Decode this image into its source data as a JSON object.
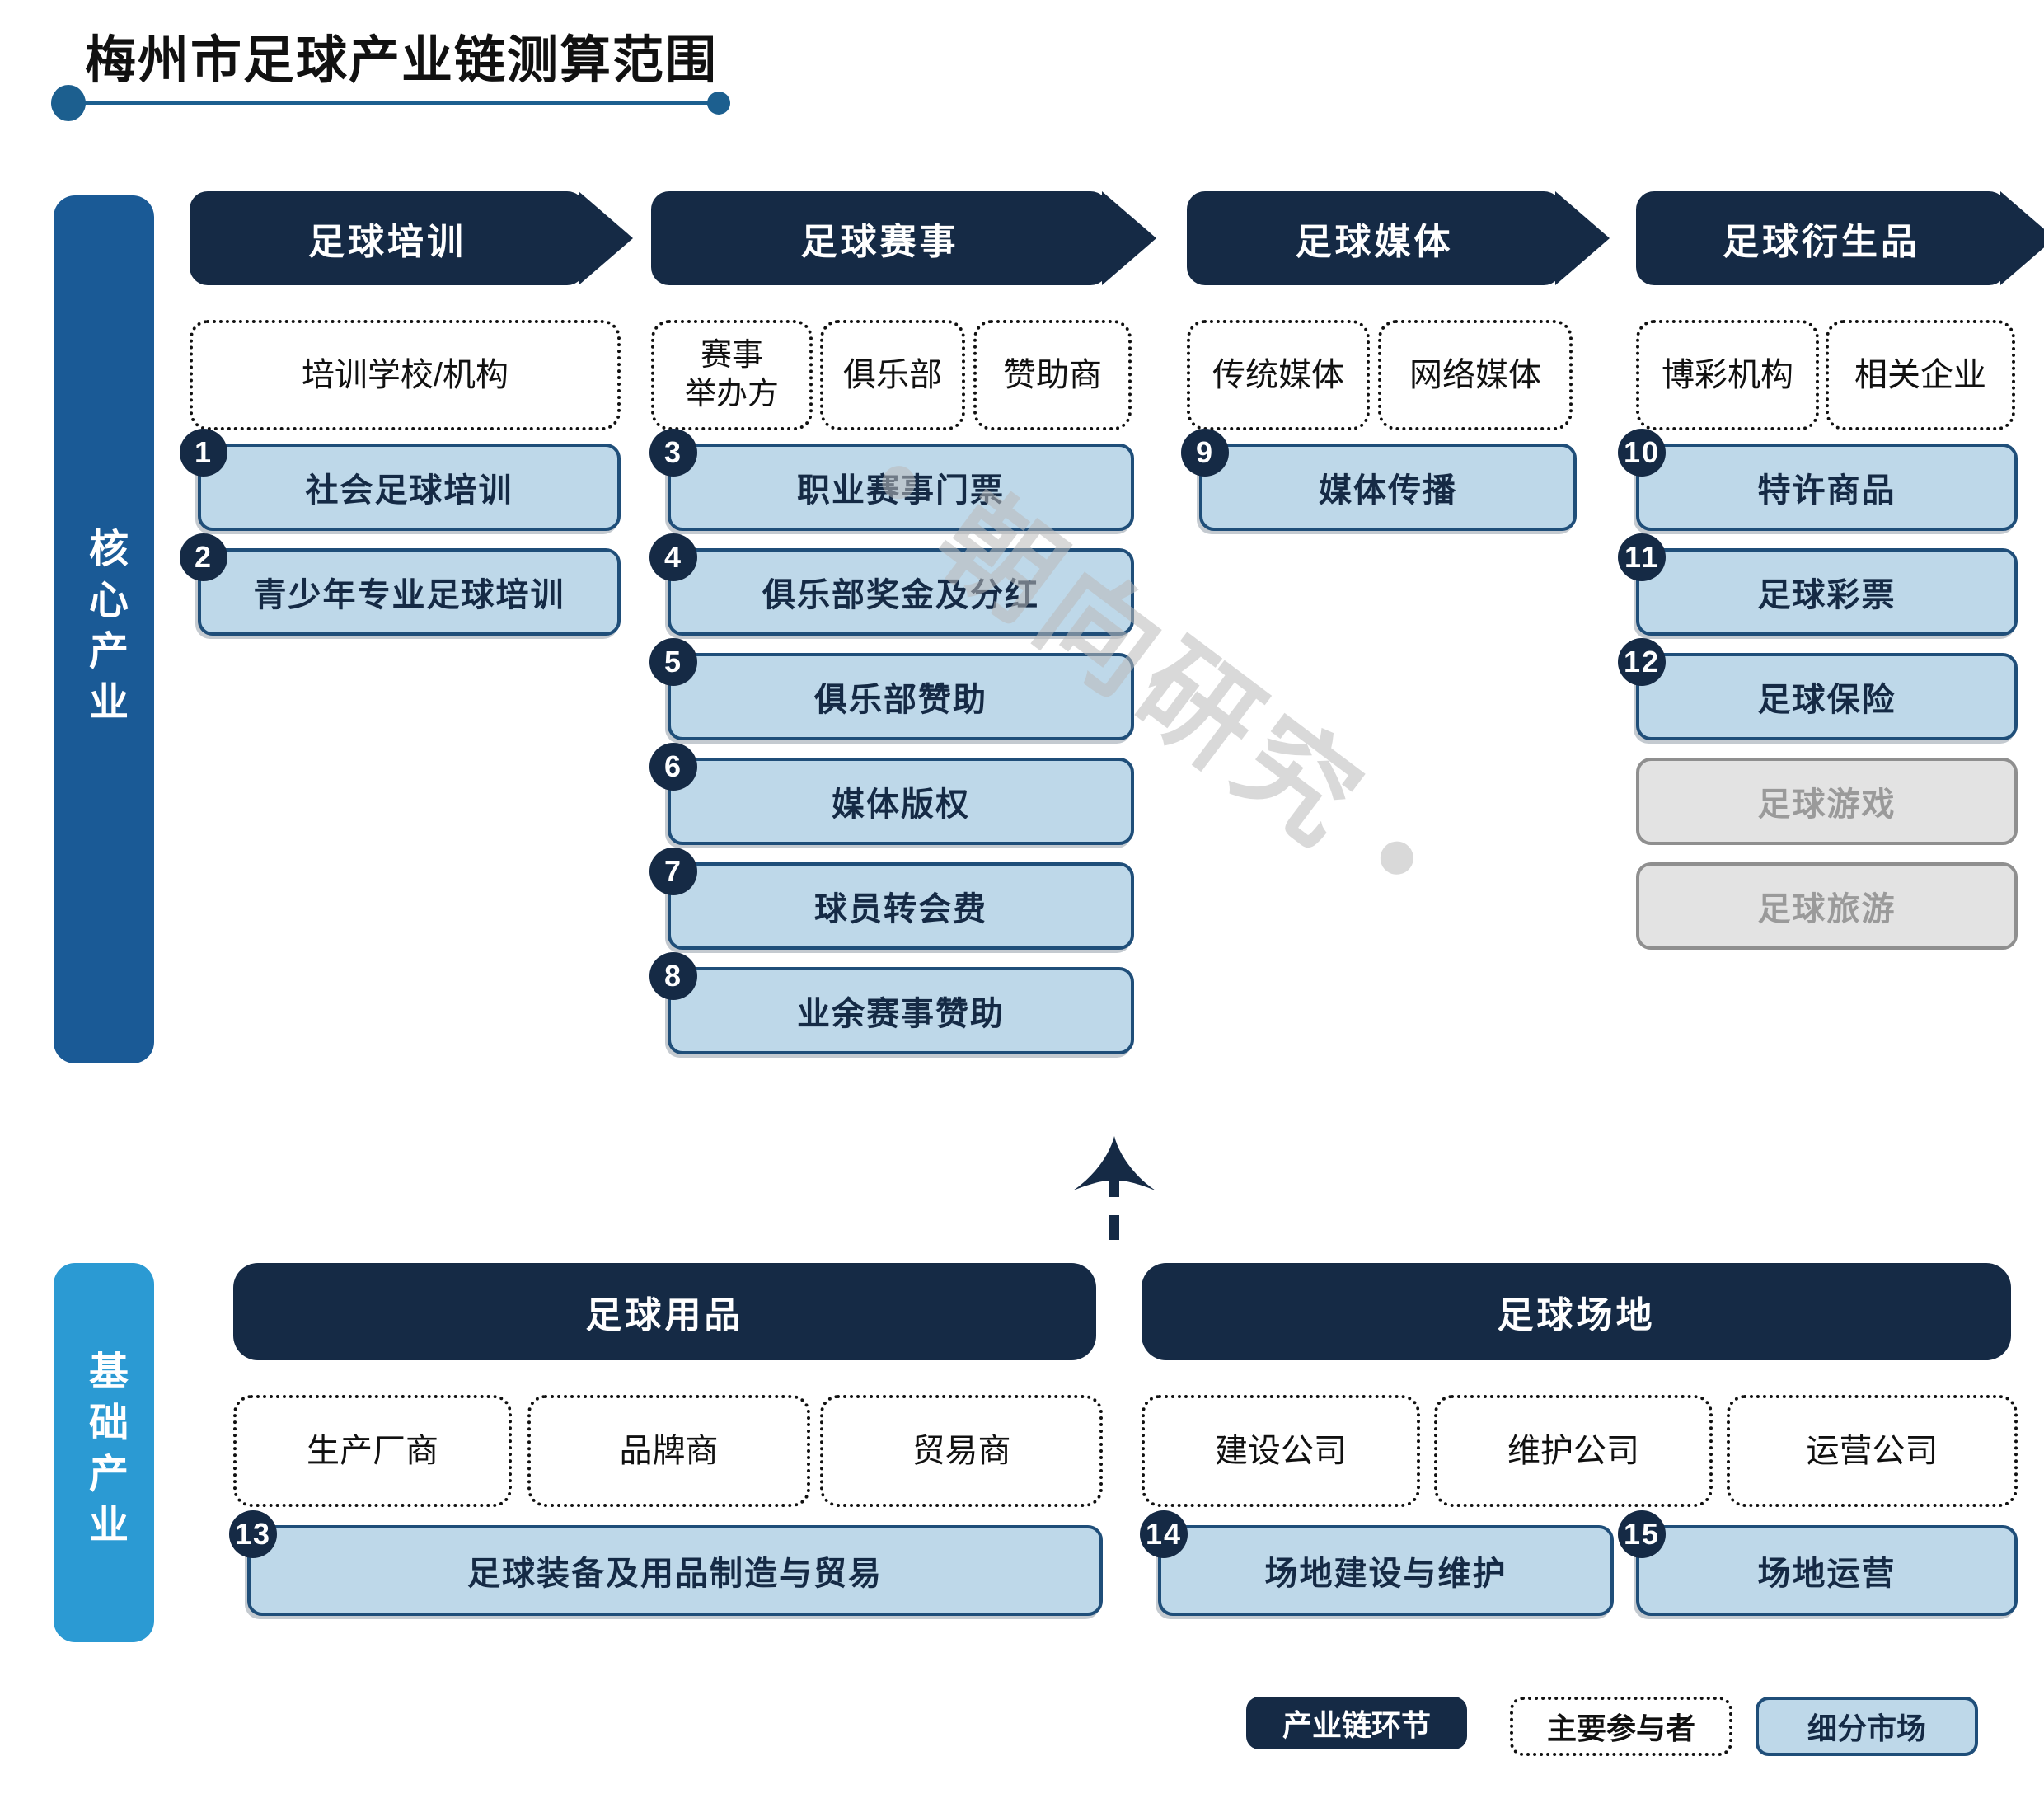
{
  "page": {
    "title": "梅州市足球产业链测算范围",
    "watermark": "• 朝向研究 •"
  },
  "colors": {
    "navy": "#152A45",
    "core_bar_blue": "#1A5A96",
    "base_bar_blue": "#2B9AD3",
    "market_fill": "#BED8E9",
    "market_border": "#1F4E79",
    "gray_fill": "#E3E3E3",
    "gray_border": "#8F8F8F",
    "title_underline": "#1C5F8F"
  },
  "core": {
    "side_label": "核心产业",
    "headers": [
      "足球培训",
      "足球赛事",
      "足球媒体",
      "足球衍生品"
    ],
    "participants": {
      "training_school": "培训学校/机构",
      "event_organizer": "赛事\n举办方",
      "club": "俱乐部",
      "sponsor": "赞助商",
      "traditional_media": "传统媒体",
      "online_media": "网络媒体",
      "betting_org": "博彩机构",
      "related_company": "相关企业"
    },
    "markets": [
      {
        "num": "1",
        "label": "社会足球培训"
      },
      {
        "num": "2",
        "label": "青少年专业足球培训"
      },
      {
        "num": "3",
        "label": "职业赛事门票"
      },
      {
        "num": "4",
        "label": "俱乐部奖金及分红"
      },
      {
        "num": "5",
        "label": "俱乐部赞助"
      },
      {
        "num": "6",
        "label": "媒体版权"
      },
      {
        "num": "7",
        "label": "球员转会费"
      },
      {
        "num": "8",
        "label": "业余赛事赞助"
      },
      {
        "num": "9",
        "label": "媒体传播"
      },
      {
        "num": "10",
        "label": "特许商品"
      },
      {
        "num": "11",
        "label": "足球彩票"
      },
      {
        "num": "12",
        "label": "足球保险"
      },
      {
        "num": "",
        "label": "足球游戏"
      },
      {
        "num": "",
        "label": "足球旅游"
      }
    ]
  },
  "base": {
    "side_label": "基础产业",
    "headers": [
      "足球用品",
      "足球场地"
    ],
    "participants": [
      "生产厂商",
      "品牌商",
      "贸易商",
      "建设公司",
      "维护公司",
      "运营公司"
    ],
    "markets": [
      {
        "num": "13",
        "label": "足球装备及用品制造与贸易"
      },
      {
        "num": "14",
        "label": "场地建设与维护"
      },
      {
        "num": "15",
        "label": "场地运营"
      }
    ]
  },
  "legend": {
    "chain_link": "产业链环节",
    "main_participant": "主要参与者",
    "segment_market": "细分市场"
  }
}
